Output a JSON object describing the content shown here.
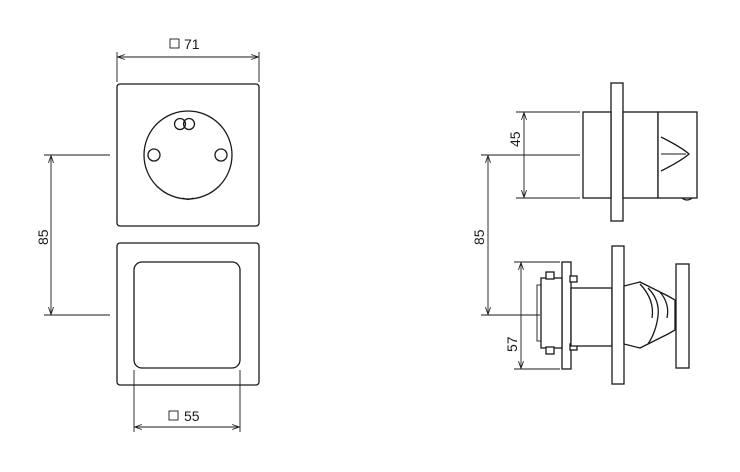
{
  "dimensions": {
    "top_width": "71",
    "bottom_width": "55",
    "spacing_front": "85",
    "spacing_side": "85",
    "side_top_height": "45",
    "side_bottom_height": "57"
  },
  "colors": {
    "line": "#1a1a1a",
    "background": "#ffffff"
  }
}
